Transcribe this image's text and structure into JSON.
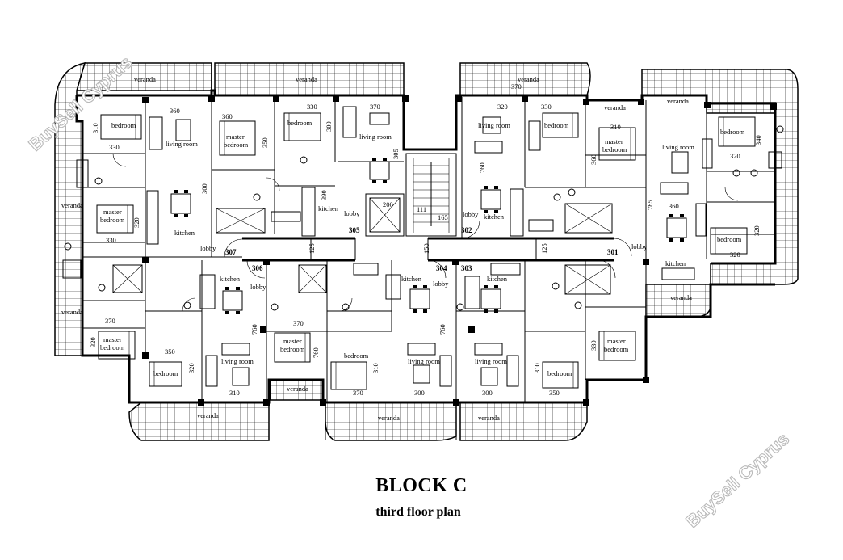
{
  "title": "BLOCK C",
  "subtitle": "third floor plan",
  "watermark": "BuySell Cyprus",
  "room_labels": {
    "bedroom": "bedroom",
    "living_room": "living room",
    "master": "master",
    "kitchen": "kitchen",
    "lobby": "lobby",
    "veranda": "veranda"
  },
  "units": [
    "301",
    "302",
    "303",
    "304",
    "305",
    "306",
    "307"
  ],
  "dimensions": [
    "310",
    "330",
    "360",
    "360",
    "350",
    "330",
    "300",
    "370",
    "305",
    "300",
    "390",
    "760",
    "320",
    "200",
    "111",
    "165",
    "125",
    "150",
    "125",
    "785",
    "340",
    "320",
    "320",
    "330",
    "310",
    "320",
    "320",
    "310",
    "370",
    "320",
    "350",
    "320",
    "310",
    "370",
    "760",
    "370",
    "310",
    "300",
    "350",
    "330"
  ]
}
